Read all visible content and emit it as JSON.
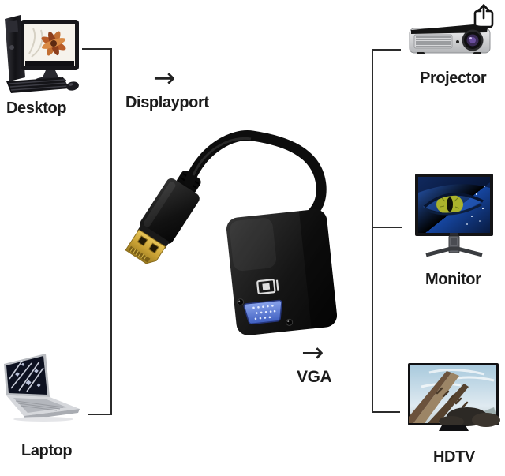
{
  "diagram": {
    "sources": [
      {
        "label": "Desktop",
        "icon": "desktop-computer-image"
      },
      {
        "label": "Laptop",
        "icon": "laptop-image"
      }
    ],
    "adapter": {
      "product": "displayport-to-vga-adapter-photo",
      "input": {
        "label": "Displayport",
        "arrow": "→"
      },
      "output": {
        "label": "VGA",
        "arrow": "→"
      }
    },
    "targets": [
      {
        "label": "Projector",
        "icon": "projector-image"
      },
      {
        "label": "Monitor",
        "icon": "monitor-image"
      },
      {
        "label": "HDTV",
        "icon": "hdtv-image"
      }
    ]
  },
  "header": {
    "share_icon": "square-and-arrow-up"
  },
  "colors": {
    "background": "#ffffff",
    "label_text": "#1c1c1c",
    "bracket_line": "#2b2b2b",
    "adapter_body": "#141414",
    "dp_connector_gold": "#d2a63c",
    "vga_port_blue": "#5b7fd6"
  }
}
